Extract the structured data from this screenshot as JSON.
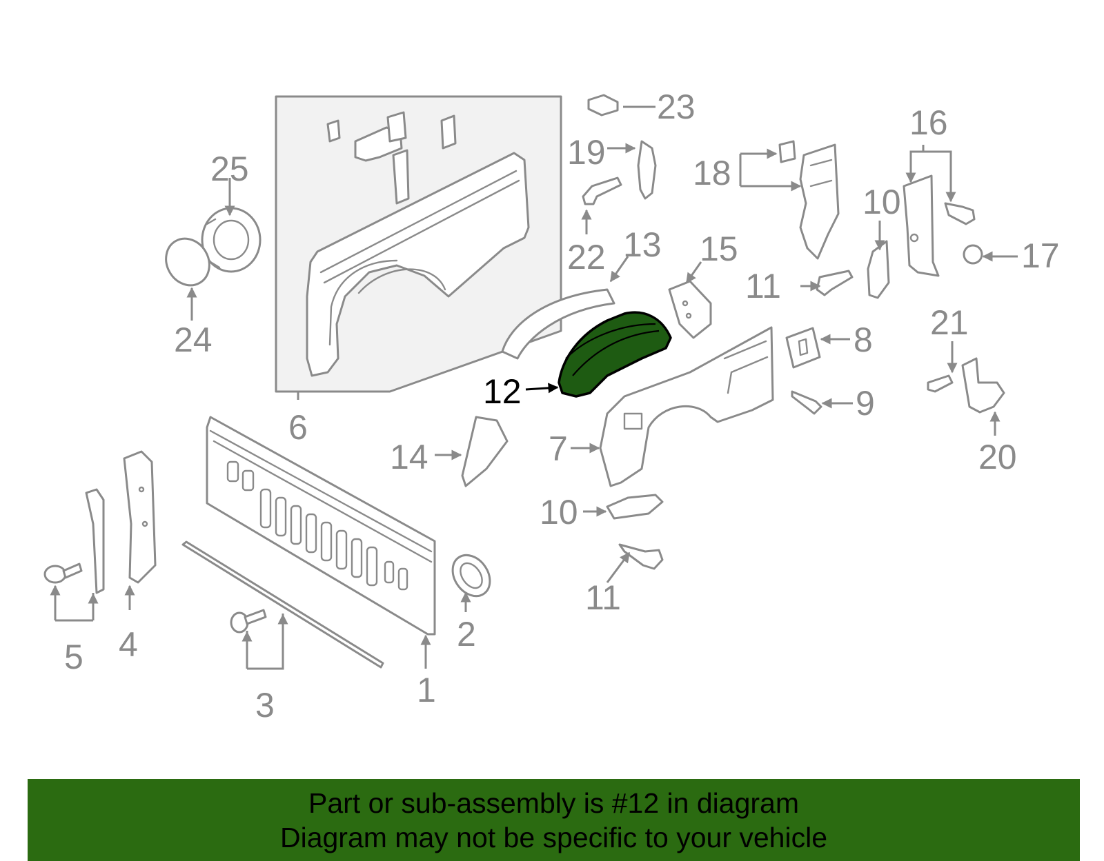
{
  "callouts": {
    "c1": "1",
    "c2": "2",
    "c3": "3",
    "c4": "4",
    "c5": "5",
    "c6": "6",
    "c7": "7",
    "c8": "8",
    "c9": "9",
    "c10a": "10",
    "c10b": "10",
    "c11a": "11",
    "c11b": "11",
    "c12": "12",
    "c13": "13",
    "c14": "14",
    "c15": "15",
    "c16": "16",
    "c17": "17",
    "c18": "18",
    "c19": "19",
    "c20": "20",
    "c21": "21",
    "c22": "22",
    "c23": "23",
    "c24": "24",
    "c25": "25"
  },
  "highlighted_part": "12",
  "colors": {
    "highlight_fill": "#1e5b12",
    "banner_bg": "#2b6b11",
    "line_gray": "#8a8a8a"
  },
  "banner": {
    "line1": "Part or sub-assembly is #12 in diagram",
    "line2": "Diagram may not be specific to your vehicle"
  }
}
